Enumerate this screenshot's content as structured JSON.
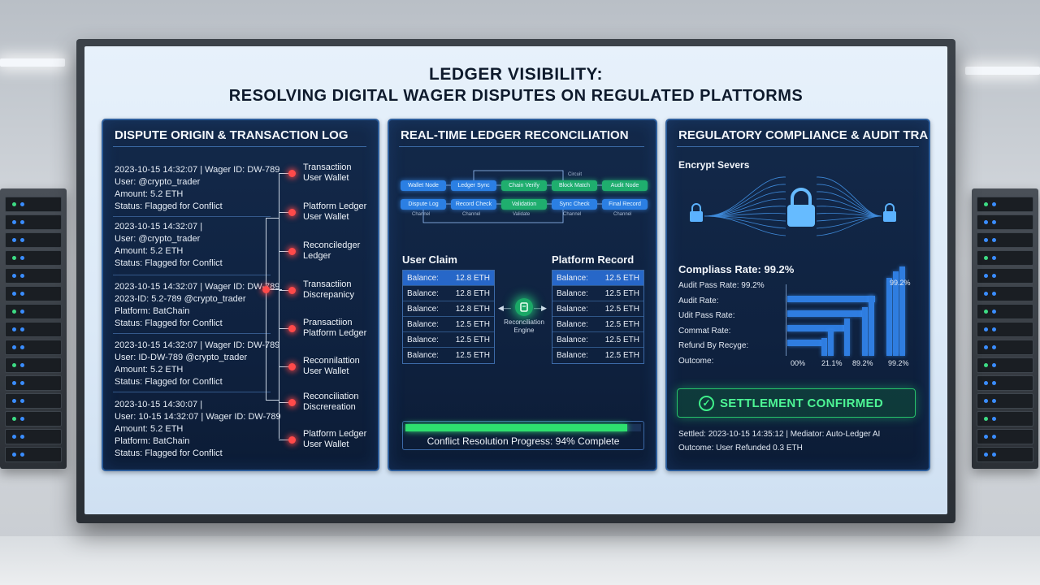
{
  "title": {
    "line1": "LEDGER VISIBILITY:",
    "line2": "RESOLVING DIGITAL WAGER DISPUTES ON REGULATED PLATTORMS"
  },
  "panel1": {
    "title": "DISPUTE ORIGIN & TRANSACTION LOG",
    "entries": [
      [
        "2023-10-15 14:32:07 | Wager ID: DW-789",
        "User: @crypto_trader",
        "Amount: 5.2 ETH",
        "Status: Flagged for Conflict"
      ],
      [
        "2023-10-15 14:32:07 |",
        "User: @crypto_trader",
        "Amount: 5.2 ETH",
        "Status: Flagged for Conflict"
      ],
      [
        "2023-10-15 14:32:07 | Wager ID: DW-789",
        "2023-ID: 5.2-789 @crypto_trader",
        "Platform: BatChain",
        "Status: Flagged for Conflict"
      ],
      [
        "2023-10-15 14:32:07 | Wager ID: DW-789",
        "User: ID-DW-789 @crypto_trader",
        "Amount: 5.2 ETH",
        "Status: Flagged for Conflict"
      ],
      [
        "2023-10-15 14:30:07 |",
        "User: 10-15 14:32:07 | Wager ID: DW-789",
        "Amount: 5.2 ETH",
        "Platform: BatChain",
        "Status: Flagged for Conflict"
      ]
    ],
    "tree": [
      [
        "Transactiion",
        "User Wallet"
      ],
      [
        "Platform Ledger",
        "User Wallet"
      ],
      [
        "Reconciledger",
        "Ledger"
      ],
      [
        "Transactiion",
        "Discrepanicy"
      ],
      [
        "Pransactiion",
        "Platform Ledger"
      ],
      [
        "Reconnilattion",
        "User Wallet"
      ],
      [
        "Reconciliation",
        "Discrereation"
      ],
      [
        "Platform Ledger",
        "User Wallet"
      ]
    ]
  },
  "panel2": {
    "title": "REAL-TIME LEDGER RECONCILIATION",
    "flow_row1": [
      "Wallet Node",
      "Ledger Sync",
      "Chain Verify",
      "Block Match",
      "Audit Node"
    ],
    "flow_row2": [
      "Dispute Log",
      "Record Check",
      "Validation",
      "Sync Check",
      "Final Record"
    ],
    "flow_caps1": [
      "Circuit"
    ],
    "flow_caps2": [
      "Channel",
      "Channel",
      "Validate",
      "Channel",
      "Channel"
    ],
    "user_claim_title": "User Claim",
    "platform_record_title": "Platform Record",
    "user_claim": [
      {
        "label": "Balance:",
        "value": "12.8 ETH"
      },
      {
        "label": "Balance:",
        "value": "12.8 ETH"
      },
      {
        "label": "Balance:",
        "value": "12.8 ETH"
      },
      {
        "label": "Balance:",
        "value": "12.5 ETH"
      },
      {
        "label": "Balance:",
        "value": "12.5 ETH"
      },
      {
        "label": "Balance:",
        "value": "12.5 ETH"
      }
    ],
    "platform_record": [
      {
        "label": "Balance:",
        "value": "12.5 ETH"
      },
      {
        "label": "Balance:",
        "value": "12.5 ETH"
      },
      {
        "label": "Balance:",
        "value": "12.5 ETH"
      },
      {
        "label": "Balance:",
        "value": "12.5 ETH"
      },
      {
        "label": "Balance:",
        "value": "12.5 ETH"
      },
      {
        "label": "Balance:",
        "value": "12.5 ETH"
      }
    ],
    "engine_label_1": "Reconciliation",
    "engine_label_2": "Engine",
    "progress_label": "Conflict Resolution Progress: 94% Complete",
    "progress_value": 0.94
  },
  "panel3": {
    "title": "REGULATORY COMPLIANCE & AUDIT TRAIL",
    "encrypt_title": "Encrypt Severs",
    "compliance_rate": "Compliass Rate: 99.2%",
    "stats": [
      "Audit Pass Rate: 99.2%",
      "Audit Rate:",
      "Udit Pass Rate:",
      "Commat Rate:",
      "Refund By Recyge:",
      "Outcome:"
    ],
    "chart_ticks": [
      "00%",
      "21.1%",
      "89.2%",
      "99.2%"
    ],
    "chart_peak_label": "99.2%",
    "settlement": "SETTLEMENT CONFIRMED",
    "footer_line1": "Settled: 2023-10-15 14:35:12 | Mediator: Auto-Ledger AI",
    "footer_line2": "Outcome: User Refunded 0.3 ETH"
  },
  "colors": {
    "panel_bg": "#0f2240",
    "accent_blue": "#2f7de0",
    "accent_green": "#2ee06f",
    "alert_red": "#ff4a4a"
  }
}
